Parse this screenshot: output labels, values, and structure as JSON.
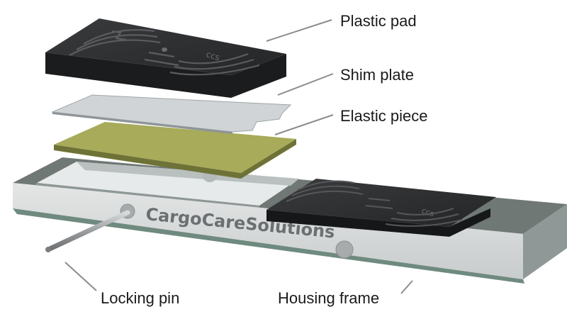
{
  "labels": {
    "plastic_pad": "Plastic pad",
    "shim_plate": "Shim plate",
    "elastic_piece": "Elastic piece",
    "locking_pin": "Locking pin",
    "housing_frame": "Housing frame"
  },
  "brand": {
    "housing_text": "CargoCareSolutions",
    "pad_mark": "ccs"
  },
  "colors": {
    "pad": "#2c2d2f",
    "pad_side": "#1b1c1e",
    "shim": "#cfd3d5",
    "elastic": "#a7ab5a",
    "housing_front": "#dadcdc",
    "housing_top": "#6f7875",
    "recess": "#e4e8e7",
    "leader_line": "#8c8c8c",
    "label_text": "#1a1a1a",
    "brand_text": "#6b6f72"
  }
}
